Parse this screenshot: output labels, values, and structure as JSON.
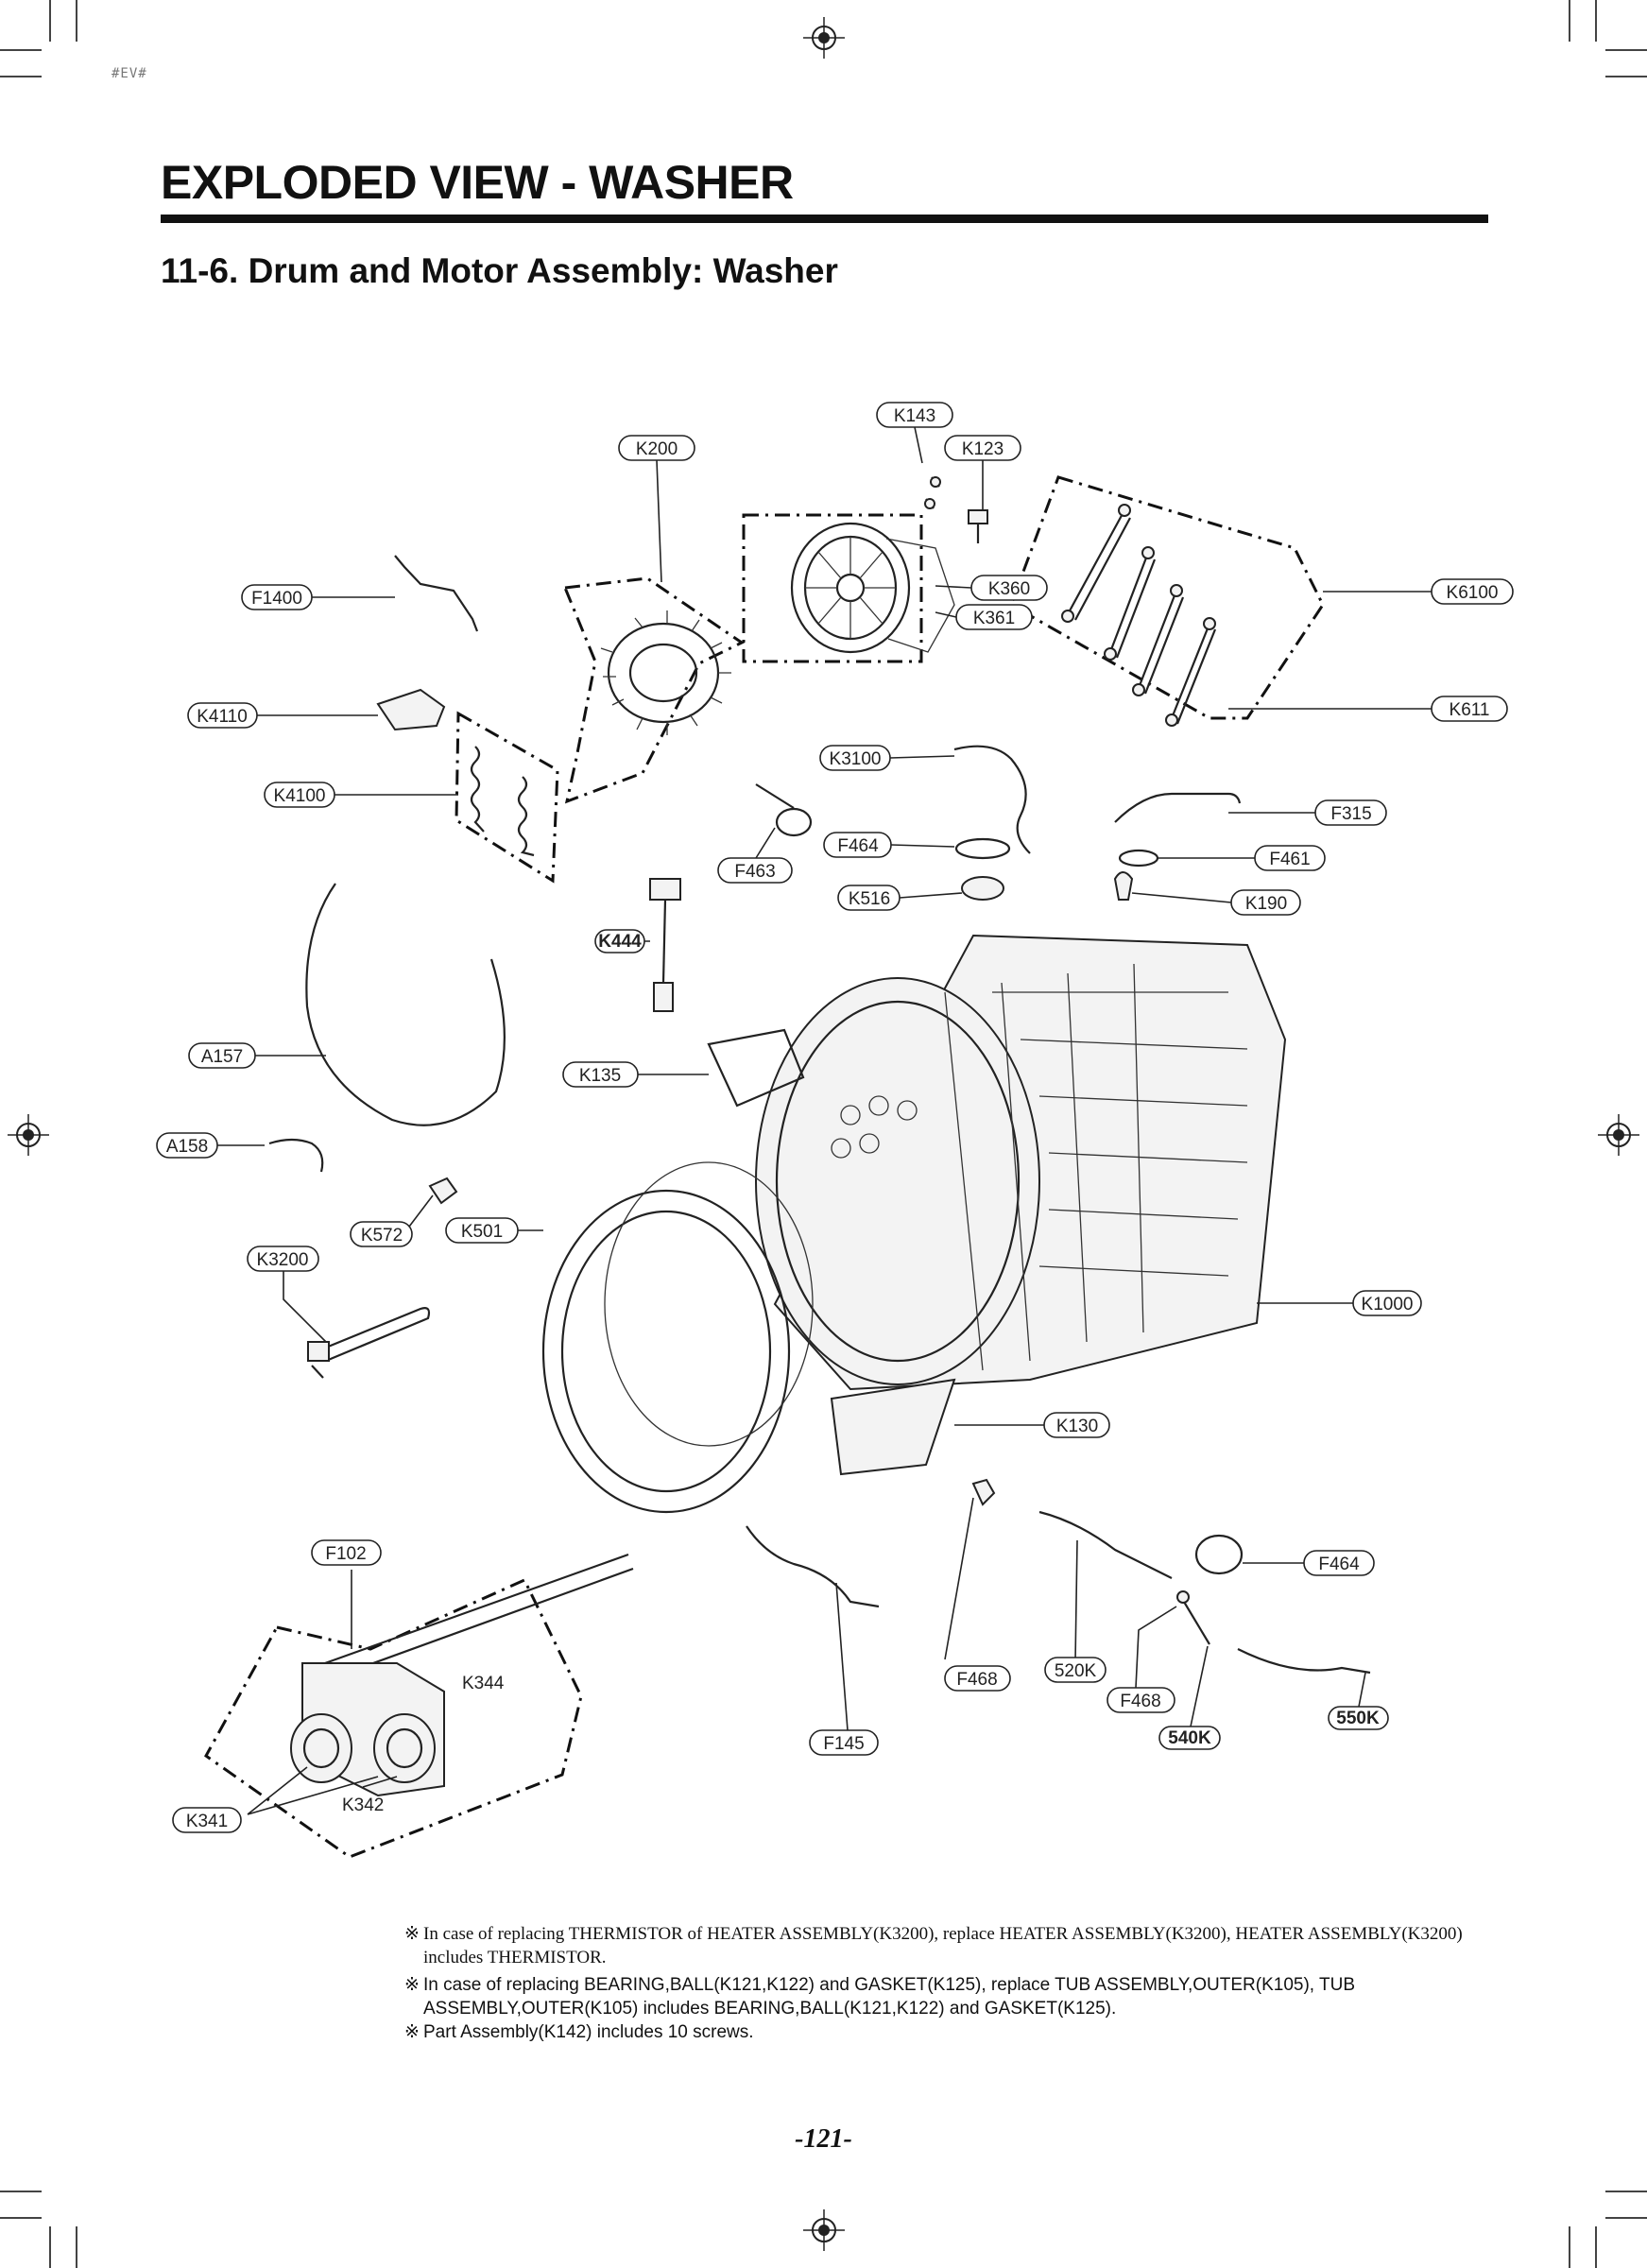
{
  "header": {
    "section_code": "#EV#",
    "title": "EXPLODED VIEW - WASHER",
    "subtitle": "11-6. Drum and Motor Assembly: Washer"
  },
  "labels": {
    "K143": "K143",
    "K200": "K200",
    "K123": "K123",
    "K360": "K360",
    "K361": "K361",
    "K6100": "K6100",
    "K611": "K611",
    "F1400": "F1400",
    "K4110": "K4110",
    "K4100": "K4100",
    "K3100": "K3100",
    "F315": "F315",
    "F464_top": "F464",
    "F463": "F463",
    "F461": "F461",
    "K516": "K516",
    "K190": "K190",
    "K444": "K444",
    "A157": "A157",
    "K135": "K135",
    "A158": "A158",
    "K572": "K572",
    "K501": "K501",
    "K3200": "K3200",
    "K1000": "K1000",
    "K130": "K130",
    "F102": "F102",
    "F464_bottom": "F464",
    "K344": "K344",
    "F468_left": "F468",
    "K520": "520K",
    "F468_right": "F468",
    "K550": "550K",
    "K540": "540K",
    "F145": "F145",
    "K342": "K342",
    "K341": "K341"
  },
  "notes": [
    {
      "mark": "※",
      "text": "In case of replacing THERMISTOR of HEATER ASSEMBLY(K3200), replace HEATER ASSEMBLY(K3200), HEATER ASSEMBLY(K3200) includes THERMISTOR."
    },
    {
      "mark": "※",
      "text": "In case of replacing BEARING,BALL(K121,K122) and GASKET(K125), replace TUB ASSEMBLY,OUTER(K105), TUB ASSEMBLY,OUTER(K105) includes BEARING,BALL(K121,K122) and GASKET(K125)."
    },
    {
      "mark": "※",
      "text": "Part Assembly(K142) includes 10 screws."
    }
  ],
  "page_number": "-121-"
}
